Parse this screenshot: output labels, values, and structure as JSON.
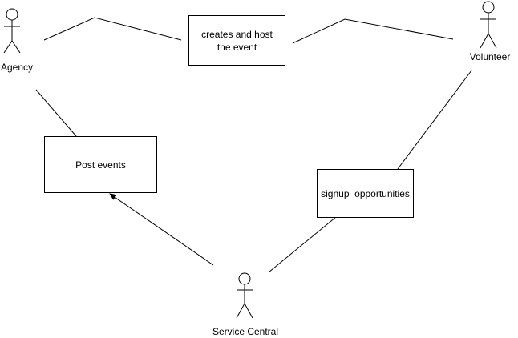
{
  "actors": {
    "agency": "Agency",
    "volunteer": "Volunteer",
    "service_central": "Service Central"
  },
  "boxes": {
    "create_host": "creates and host the event",
    "post_events": "Post events",
    "signup": "signup  opportunities"
  },
  "colors": {
    "stroke": "#000000",
    "background": "#ffffff"
  }
}
